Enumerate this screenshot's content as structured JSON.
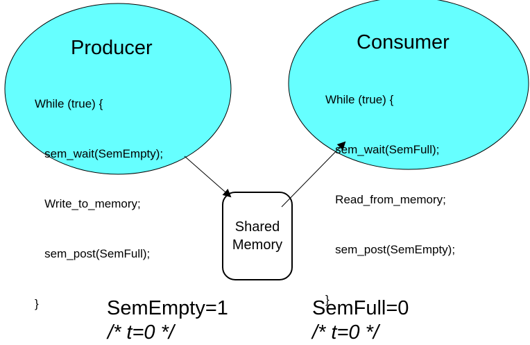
{
  "colors": {
    "ellipse_fill": "#66ffff",
    "stroke": "#000000",
    "memory_fill": "#ffffff"
  },
  "producer": {
    "title": "Producer",
    "code": [
      "While (true) {",
      "   sem_wait(SemEmpty);",
      "   Write_to_memory;",
      "   sem_post(SemFull);",
      "}"
    ]
  },
  "consumer": {
    "title": "Consumer",
    "code": [
      "While (true) {",
      "   sem_wait(SemFull);",
      "   Read_from_memory;",
      "   sem_post(SemEmpty);",
      "}"
    ]
  },
  "shared_memory": {
    "line1": "Shared",
    "line2": "Memory"
  },
  "semaphores": {
    "empty_label": "SemEmpty=1",
    "empty_comment": " /* t=0 */",
    "full_label": "SemFull=0",
    "full_comment": "/* t=0 */"
  }
}
